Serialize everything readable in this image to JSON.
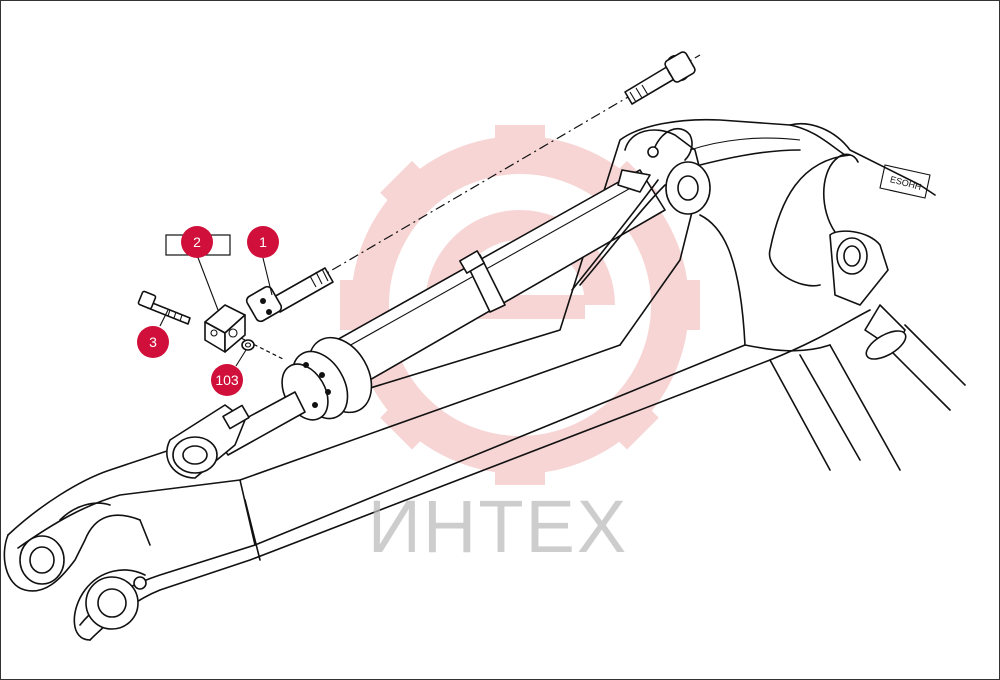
{
  "watermark": {
    "text": "ИНТЕХ",
    "gear_color": "#f2b3b3",
    "text_color": "#b9b9b9"
  },
  "callouts": [
    {
      "id": "1",
      "label": "1"
    },
    {
      "id": "2",
      "label": "2"
    },
    {
      "id": "3",
      "label": "3"
    },
    {
      "id": "103",
      "label": "103"
    }
  ],
  "callout_color": "#d0103a",
  "decal": {
    "text": "ESOHH"
  }
}
